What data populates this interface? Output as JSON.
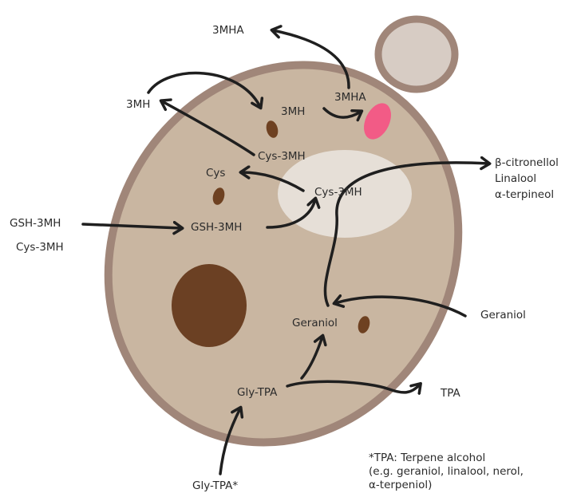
{
  "labels": {
    "mha_outside": "3MHA",
    "mha_inside": "3MHA",
    "mh_outside": "3MH",
    "mh_inside": "3MH",
    "cys_3mh_upper": "Cys-3MH",
    "cys": "Cys",
    "cys_3mh_vacuole": "Cys-3MH",
    "gsh_3mh_outside": "GSH-3MH",
    "cys_3mh_outside": "Cys-3MH",
    "gsh_3mh_inside": "GSH-3MH",
    "geraniol_inside": "Geraniol",
    "geraniol_outside": "Geraniol",
    "gly_tpa_inside": "Gly-TPA",
    "gly_tpa_outside": "Gly-TPA*",
    "tpa": "TPA",
    "product_beta_citronellol": "β-citronellol",
    "product_linalool": "Linalool",
    "product_terpineol": "α-terpineol"
  },
  "footnote": {
    "line1": "*TPA: Terpene alcohol",
    "line2": "(e.g. geraniol, linalool, nerol,",
    "line3": "α-terpeniol)"
  },
  "colors": {
    "cell_fill": "#c9b6a1",
    "cell_wall": "#a08679",
    "bud_fill": "#d7ccc4",
    "vacuole": "#e6dfd7",
    "nucleus": "#6b4023",
    "organelle": "#6e4121",
    "pink_organelle": "#f25b86",
    "arrow": "#1f1f1f"
  }
}
